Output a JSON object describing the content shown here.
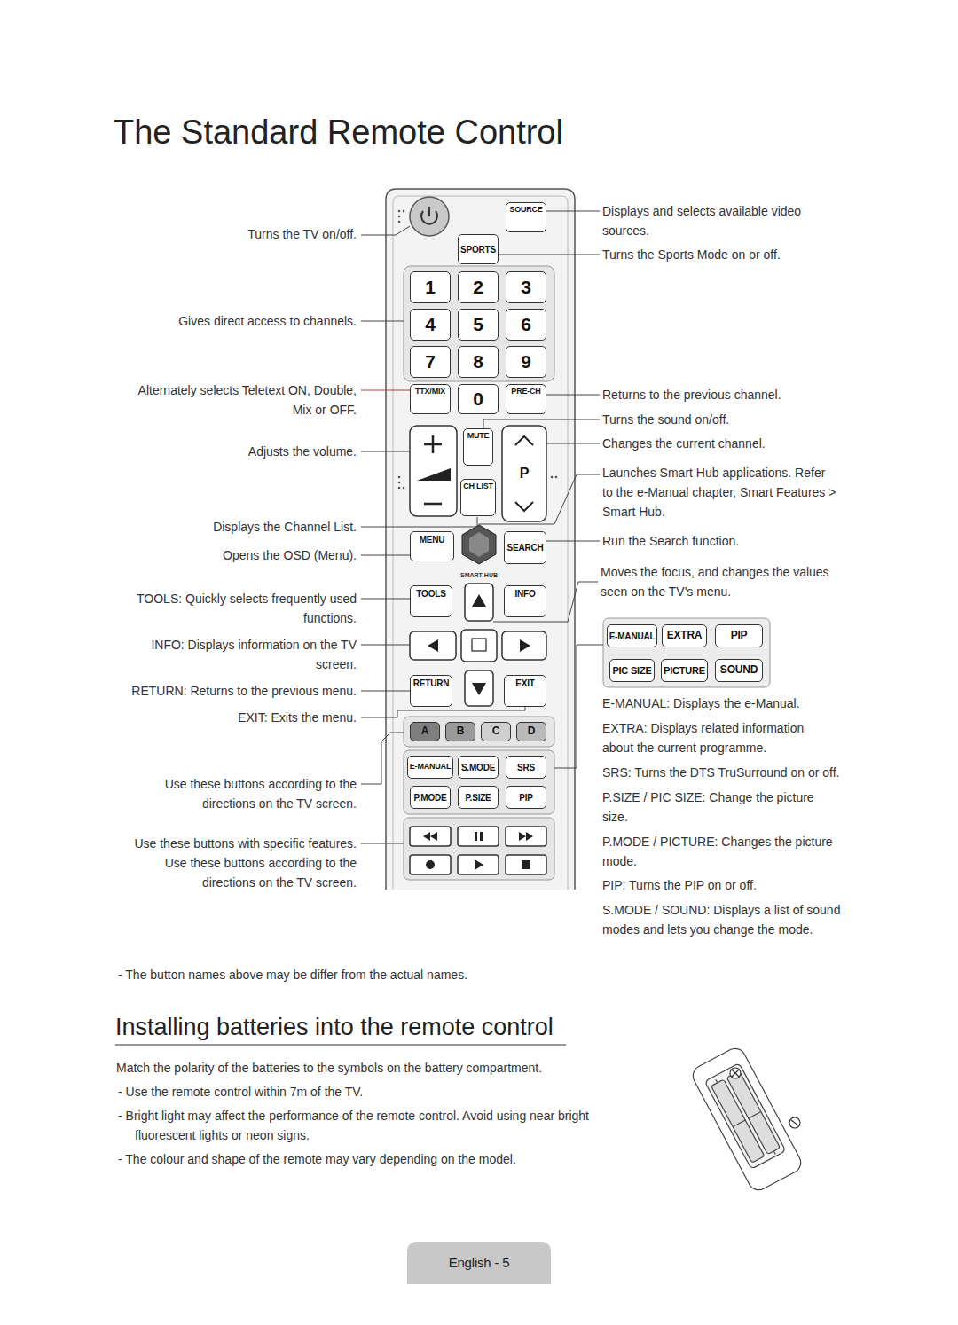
{
  "diagram": {
    "title": "The Standard Remote Control",
    "nodes": [
      {
        "text": [
          "SOURCE"
        ]
      },
      {
        "text": [
          "SPORTS"
        ]
      },
      {
        "text": [
          "1"
        ]
      },
      {
        "text": [
          "2"
        ]
      },
      {
        "text": [
          "3"
        ]
      },
      {
        "text": [
          "4"
        ]
      },
      {
        "text": [
          "5"
        ]
      },
      {
        "text": [
          "6"
        ]
      },
      {
        "text": [
          "7"
        ]
      },
      {
        "text": [
          "8"
        ]
      },
      {
        "text": [
          "9"
        ]
      },
      {
        "text": [
          "TTX/MIX"
        ]
      },
      {
        "text": [
          "0"
        ]
      },
      {
        "text": [
          "PRE-CH"
        ]
      },
      {
        "text": [
          "MUTE"
        ]
      },
      {
        "text": [
          "P"
        ]
      },
      {
        "text": [
          "CH LIST"
        ]
      },
      {
        "text": [
          "MENU"
        ]
      },
      {
        "text": [
          "SEARCH"
        ]
      },
      {
        "text": [
          "TOOLS"
        ]
      },
      {
        "text": [
          "INFO"
        ]
      },
      {
        "text": [
          "RETURN"
        ]
      },
      {
        "text": [
          "EXIT"
        ]
      },
      {
        "text": [
          "A"
        ]
      },
      {
        "text": [
          "B"
        ]
      },
      {
        "text": [
          "C"
        ]
      },
      {
        "text": [
          "D"
        ]
      },
      {
        "text": [
          "E-MANUAL"
        ]
      },
      {
        "text": [
          "S.MODE"
        ]
      },
      {
        "text": [
          "SRS"
        ]
      },
      {
        "text": [
          "P.MODE"
        ]
      },
      {
        "text": [
          "P.SIZE"
        ]
      },
      {
        "text": [
          "PIP"
        ]
      },
      {
        "text": [
          "E-MANUAL"
        ]
      },
      {
        "text": [
          "EXTRA"
        ]
      },
      {
        "text": [
          "PIP"
        ]
      },
      {
        "text": [
          "PIC SIZE"
        ]
      },
      {
        "text": [
          "PICTURE"
        ]
      },
      {
        "text": [
          "SOUND"
        ]
      },
      {
        "text": [
          "English - 5"
        ]
      }
    ],
    "labels": [
      "Turns the TV on/off.",
      "Gives direct access to channels.",
      "Alternately selects Teletext ON, Double, Mix or OFF.",
      "Adjusts the volume.",
      "Displays the Channel List.",
      "Opens the OSD (Menu).",
      "TOOLS: Quickly selects frequently used functions.",
      "INFO: Displays information on the TV screen.",
      "RETURN: Returns to the previous menu.",
      "EXIT: Exits the menu.",
      "Use these buttons according to the directions on the TV screen.",
      "Use these buttons with specific features. Use these buttons according to the directions on the TV screen.",
      "Displays and selects available video sources.",
      "Turns the Sports Mode on or off.",
      "Returns to the previous channel.",
      "Turns the sound on/off.",
      "Changes the current channel.",
      "Launches Smart Hub applications. Refer to the e-Manual chapter, Smart Features > Smart Hub.",
      "Run the Search function.",
      "Moves the focus, and changes the values seen on the TV's menu.",
      "E-MANUAL: Displays the e-Manual.",
      "EXTRA: Displays related information about the current programme.",
      "SRS: Turns the DTS TruSurround on or off.",
      "P.SIZE / PIC SIZE: Change the picture size.",
      "P.MODE / PICTURE: Changes the picture mode.",
      "PIP: Turns the PIP on or off.",
      "S.MODE / SOUND: Displays a list of sound modes and lets you change the mode.",
      "SMART HUB",
      "- The button names above may be differ from the actual names.",
      "Installing batteries into the remote control",
      "Match the polarity of the batteries to the symbols on the battery compartment.",
      "- Use the remote control within 7m of the TV.",
      "- Bright light may affect the performance of the remote control. Avoid using near bright fluorescent lights or neon signs.",
      "- The colour and shape of the remote may vary depending on the model."
    ]
  }
}
